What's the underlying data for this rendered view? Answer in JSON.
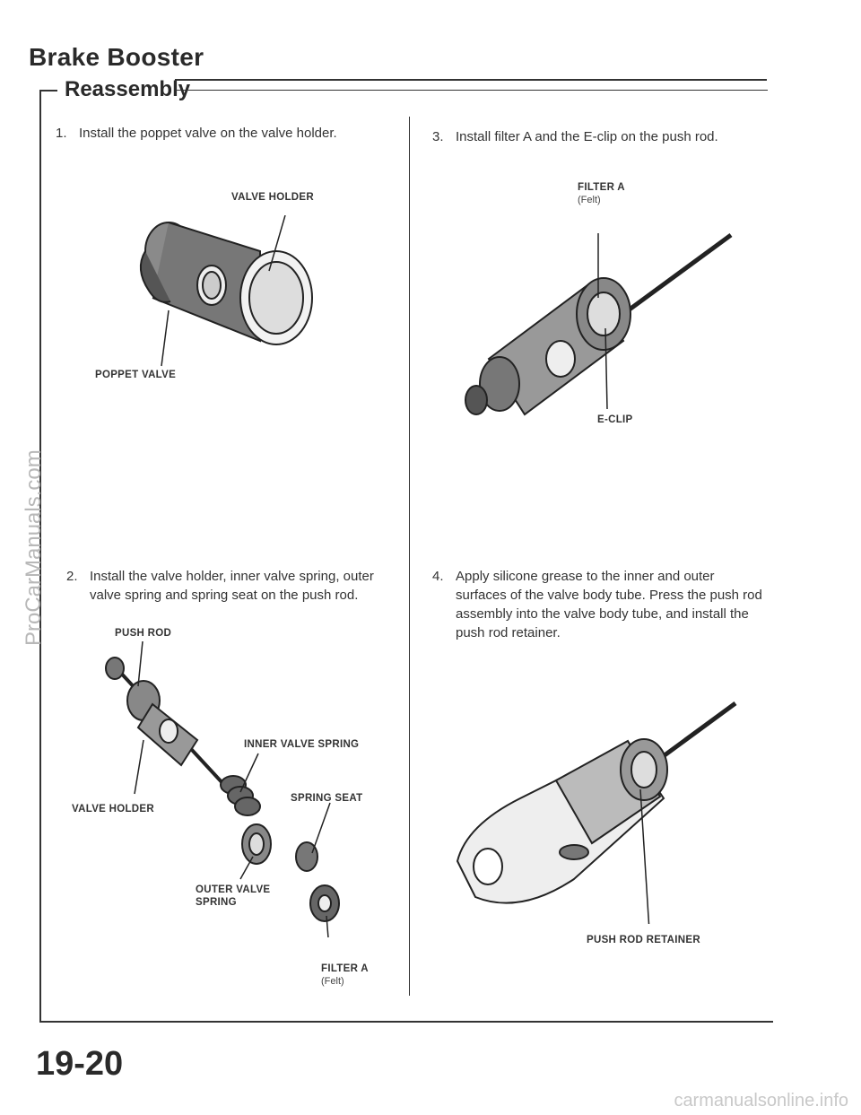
{
  "header": {
    "title": "Brake Booster",
    "section": "Reassembly"
  },
  "steps": [
    {
      "num": "1.",
      "text": "Install the poppet valve on the valve holder."
    },
    {
      "num": "2.",
      "text": "Install the valve holder, inner valve spring, outer valve spring and spring seat on the push rod."
    },
    {
      "num": "3.",
      "text": "Install filter A and the E-clip on the push rod."
    },
    {
      "num": "4.",
      "text": "Apply silicone grease to the inner and outer surfaces of the valve body tube. Press the push rod assembly into the valve body tube, and install the push rod retainer."
    }
  ],
  "figures": {
    "fig1": {
      "valve_holder": "VALVE HOLDER",
      "poppet_valve": "POPPET VALVE"
    },
    "fig2": {
      "push_rod": "PUSH ROD",
      "inner_valve_spring": "INNER VALVE SPRING",
      "valve_holder": "VALVE HOLDER",
      "spring_seat": "SPRING SEAT",
      "outer_valve_spring_1": "OUTER VALVE",
      "outer_valve_spring_2": "SPRING",
      "filter_a": "FILTER A",
      "felt": "(Felt)"
    },
    "fig3": {
      "filter_a": "FILTER A",
      "felt": "(Felt)",
      "e_clip": "E-CLIP"
    },
    "fig4": {
      "push_rod_retainer": "PUSH ROD RETAINER"
    }
  },
  "footer": {
    "page_number": "19-20"
  },
  "watermarks": {
    "side": "ProCarManuals.com",
    "bottom": "carmanualsonline.info"
  }
}
